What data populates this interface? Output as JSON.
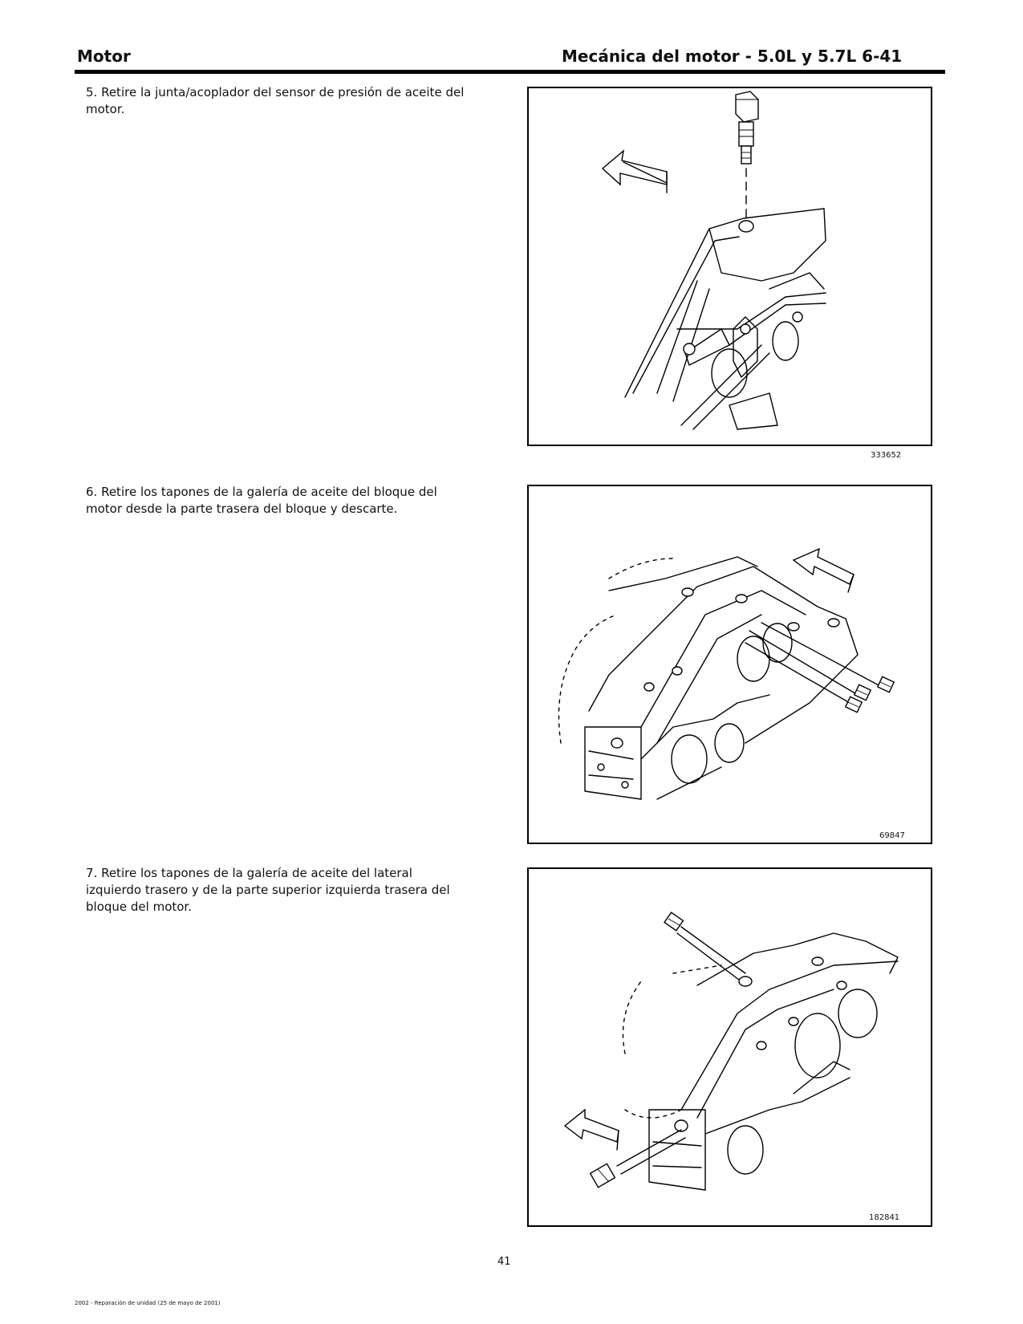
{
  "header": {
    "left": "Motor",
    "right": "Mecánica del motor - 5.0L y 5.7L 6-41"
  },
  "steps": [
    {
      "text": "5. Retire la junta/acoplador del sensor de presión de aceite del motor.",
      "figure_id": "333652"
    },
    {
      "text": "6. Retire los tapones de la galería de aceite del bloque del motor desde la parte trasera del bloque y descarte.",
      "figure_id": "69847"
    },
    {
      "text": "7. Retire los tapones de la galería de aceite del lateral izquierdo trasero y de la parte superior izquierda trasera del bloque del motor.",
      "figure_id": "182841"
    }
  ],
  "page_number": "41",
  "footer": "2002 - Reparación de unidad (25 de mayo de 2001)"
}
